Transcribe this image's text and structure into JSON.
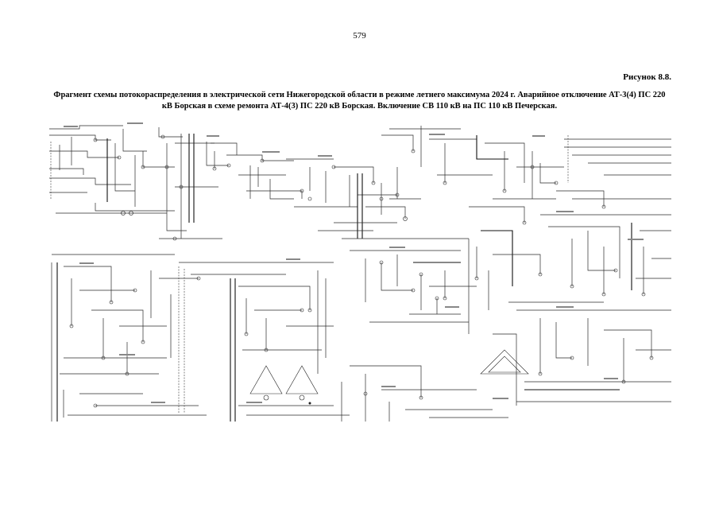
{
  "page": {
    "number": "579",
    "figure_label": "Рисунок 8.8.",
    "caption": "Фрагмент схемы потокораспределения в электрической сети Нижегородской области в режиме летнего максимума 2024 г. Аварийное отключение АТ-3(4) ПС 220 кВ Борская в схеме ремонта АТ-4(3) ПС 220 кВ Борская. Включение СВ 110 кВ на ПС 110 кВ Печерская."
  },
  "colors": {
    "lines": "#2a2a2a",
    "background": "#ffffff"
  }
}
